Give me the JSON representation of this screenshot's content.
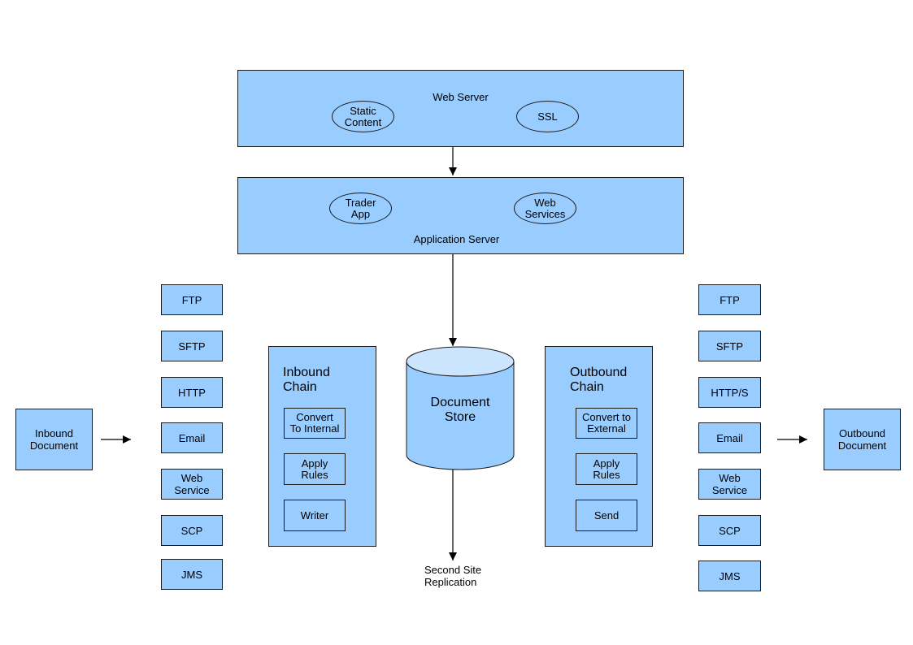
{
  "web_server": {
    "title": "Web Server",
    "static_content": "Static\nContent",
    "ssl": "SSL"
  },
  "app_server": {
    "title": "Application Server",
    "trader_app": "Trader\nApp",
    "web_services": "Web\nServices"
  },
  "inbound_document": "Inbound\nDocument",
  "outbound_document": "Outbound\nDocument",
  "inbound_protocols": [
    "FTP",
    "SFTP",
    "HTTP",
    "Email",
    "Web\nService",
    "SCP",
    "JMS"
  ],
  "outbound_protocols": [
    "FTP",
    "SFTP",
    "HTTP/S",
    "Email",
    "Web\nService",
    "SCP",
    "JMS"
  ],
  "inbound_chain": {
    "title": "Inbound\nChain",
    "steps": [
      "Convert\nTo Internal",
      "Apply\nRules",
      "Writer"
    ]
  },
  "outbound_chain": {
    "title": "Outbound\nChain",
    "steps": [
      "Convert to\nExternal",
      "Apply\nRules",
      "Send"
    ]
  },
  "document_store": "Document\nStore",
  "replication": "Second Site\nReplication",
  "colors": {
    "fill": "#99ccff",
    "cylinder_top": "#cce5ff",
    "stroke": "#1a1a1a"
  }
}
